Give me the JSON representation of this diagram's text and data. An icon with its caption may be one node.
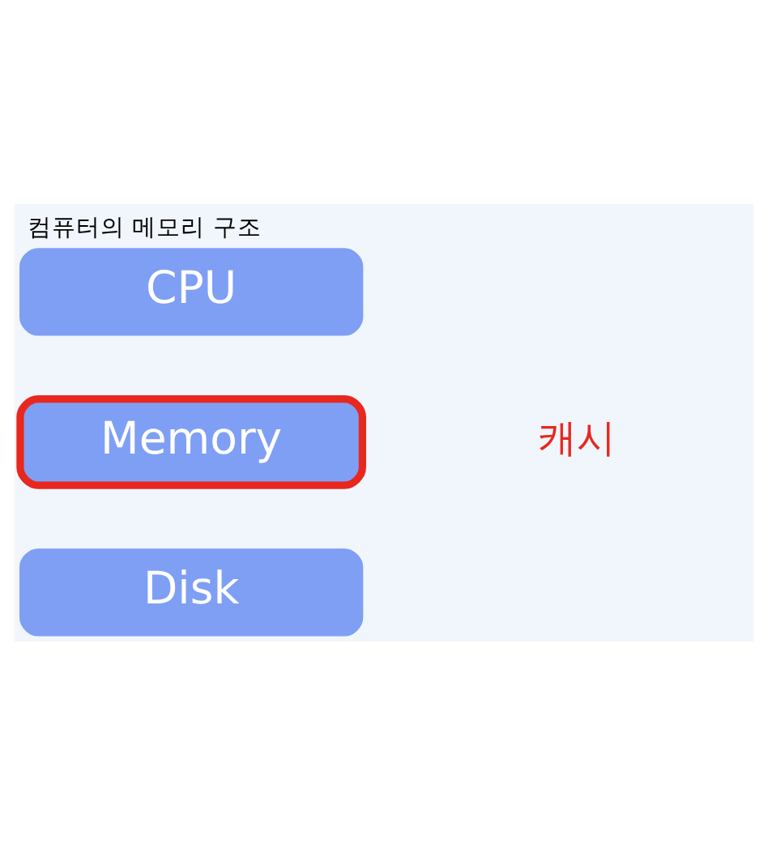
{
  "diagram": {
    "title": "컴퓨터의 메모리 구조",
    "nodes": [
      {
        "text": [
          "CPU"
        ]
      },
      {
        "text": [
          "Memory"
        ]
      },
      {
        "text": [
          "Disk"
        ]
      }
    ],
    "labels": [
      "캐시"
    ]
  }
}
